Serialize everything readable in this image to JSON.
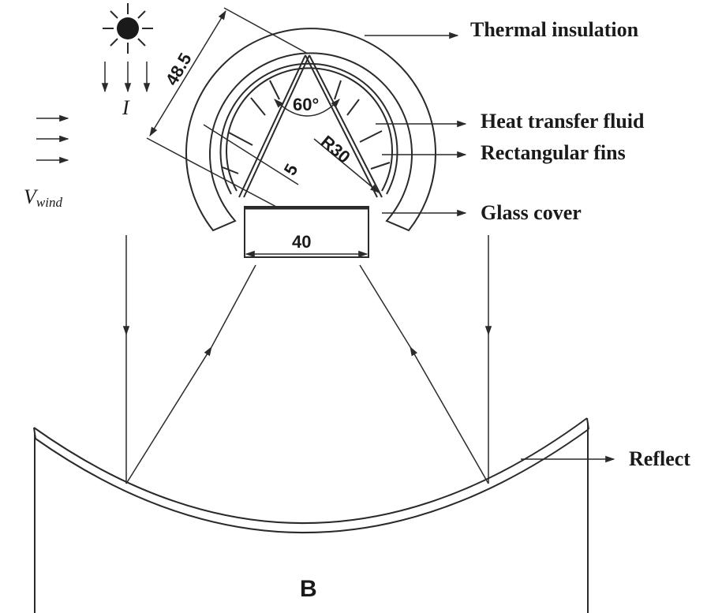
{
  "labels": {
    "thermal_insulation": "Thermal insulation",
    "heat_transfer_fluid": "Heat transfer fluid",
    "rectangular_fins": "Rectangular fins",
    "glass_cover": "Glass cover",
    "reflector": "Reflect",
    "panel": "B"
  },
  "dimensions": {
    "outer": "48.5",
    "radius": "R30",
    "angle": "60°",
    "fin": "5",
    "aperture": "40"
  },
  "symbols": {
    "irradiance": "I",
    "wind_main": "V",
    "wind_sub": "wind"
  }
}
